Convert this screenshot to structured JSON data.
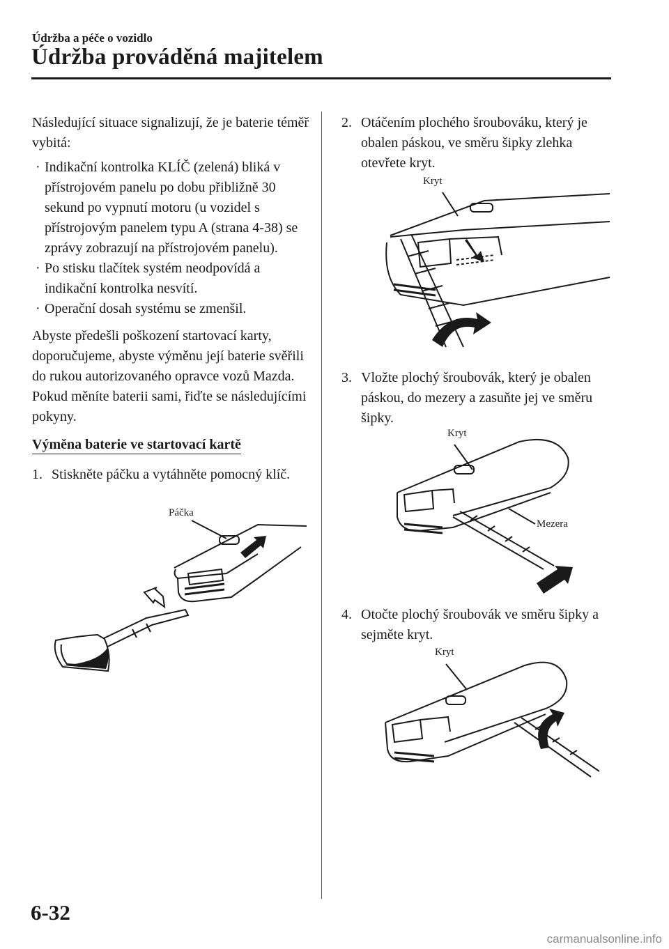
{
  "header": {
    "section": "Údržba a péče o vozidlo",
    "title": "Údržba prováděná majitelem"
  },
  "left": {
    "intro": "Následující situace signalizují, že je baterie téměř vybitá:",
    "bullets": [
      "Indikační kontrolka KLÍČ (zelená) bliká v přístrojovém panelu po dobu přibližně 30 sekund po vypnutí motoru (u vozidel s přístrojovým panelem typu A (strana 4-38) se zprávy zobrazují na přístrojovém panelu).",
      "Po stisku tlačítek systém neodpovídá a indikační kontrolka nesvítí.",
      "Operační dosah systému se zmenšil."
    ],
    "paragraph": "Abyste předešli poškození startovací karty, doporučujeme, abyste výměnu její baterie svěřili do rukou autorizovaného opravce vozů Mazda. Pokud měníte baterii sami, řiďte se následujícími pokyny.",
    "subheading": "Výměna baterie ve startovací kartě",
    "step1": {
      "num": "1.",
      "text": "Stiskněte páčku a vytáhněte pomocný klíč."
    },
    "fig1_label": "Páčka"
  },
  "right": {
    "step2": {
      "num": "2.",
      "text": "Otáčením plochého šroubováku, který je obalen páskou, ve směru šipky zlehka otevřete kryt."
    },
    "fig2_label": "Kryt",
    "step3": {
      "num": "3.",
      "text": "Vložte plochý šroubovák, který je obalen páskou, do mezery a zasuňte jej ve směru šipky."
    },
    "fig3_label_kryt": "Kryt",
    "fig3_label_mezera": "Mezera",
    "step4": {
      "num": "4.",
      "text": "Otočte plochý šroubovák ve směru šipky a sejměte kryt."
    },
    "fig4_label": "Kryt"
  },
  "footer": {
    "page_number": "6-32",
    "watermark": "carmanualsonline.info"
  }
}
